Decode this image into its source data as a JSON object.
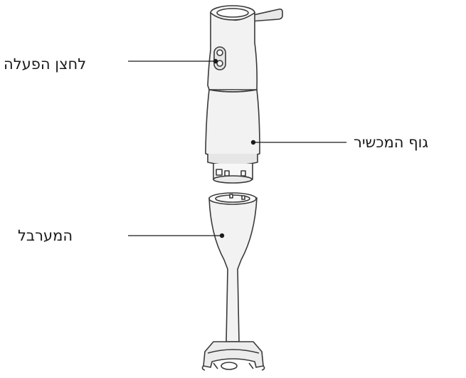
{
  "labels": {
    "power_button": "לחצן הפעלה",
    "device_body": "גוף המכשיר",
    "blender_shaft": "המערבל"
  },
  "colors": {
    "line": "#3a3a3a",
    "fill": "#f2f2f2",
    "shade": "#dcdcdc",
    "text": "#1a1a1a"
  }
}
